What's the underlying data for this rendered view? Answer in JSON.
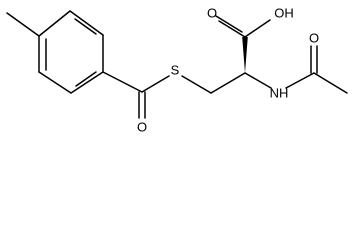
{
  "structure": {
    "atoms": [
      {
        "label": "O"
      },
      {
        "label": "OH"
      },
      {
        "label": "S"
      },
      {
        "label": "NH"
      },
      {
        "label": "O"
      },
      {
        "label": "O"
      }
    ]
  },
  "colors": {
    "bond": "#000000",
    "background": "#ffffff"
  }
}
